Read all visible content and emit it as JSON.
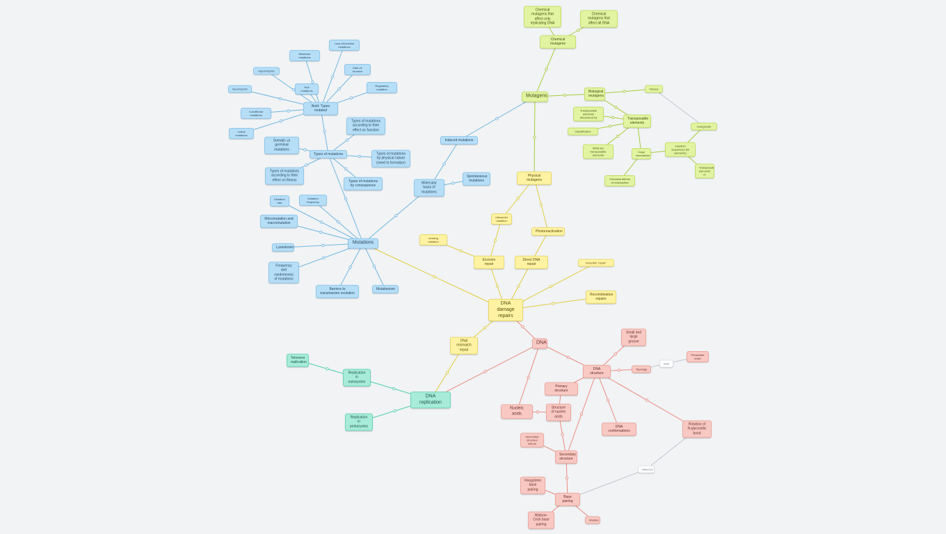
{
  "colors": {
    "background": "#f1f3f5",
    "blue": "#b7def7",
    "green": "#e2f3a1",
    "yellow": "#fff3a3",
    "red": "#f8c9c3",
    "teal": "#a7ecd8",
    "white": "#ffffff",
    "edge_blue": "#6fb6e0",
    "edge_green": "#a9cc39",
    "edge_yellow": "#e3cc3c",
    "edge_red": "#ec8a7d",
    "edge_teal": "#4fcfae",
    "edge_gray": "#c3c8cd"
  },
  "nodes": [
    {
      "id": "mutations",
      "label": "Mutations",
      "color": "blue"
    },
    {
      "id": "molecular-basis",
      "label": "Molecular basis of mutations",
      "color": "blue"
    },
    {
      "id": "spontaneous",
      "label": "Spontaneous mutations",
      "color": "blue"
    },
    {
      "id": "induced",
      "label": "Induced mutations",
      "color": "blue"
    },
    {
      "id": "types",
      "label": "Types of mutations",
      "color": "blue"
    },
    {
      "id": "types-function",
      "label": "Types of mutations according to their effect on function",
      "color": "blue"
    },
    {
      "id": "types-physical",
      "label": "Types of mutations by physical nature (need to formalize)",
      "color": "blue"
    },
    {
      "id": "types-consequence",
      "label": "Types of mutations by consequence",
      "color": "blue"
    },
    {
      "id": "somatic-germinal",
      "label": "Somatic vs germinal mutations",
      "color": "blue"
    },
    {
      "id": "types-fitness",
      "label": "Types of mutations according to their effect on fitness",
      "color": "blue"
    },
    {
      "id": "bold-types",
      "label": "Bold: Types mutated",
      "color": "blue"
    },
    {
      "id": "small-1",
      "label": "Loss-of-function mutations",
      "color": "blue"
    },
    {
      "id": "small-2",
      "label": "Missense mutations",
      "color": "blue"
    },
    {
      "id": "small-3",
      "label": "Gain-of-function",
      "color": "blue"
    },
    {
      "id": "small-4",
      "label": "Hypomorphic",
      "color": "blue"
    },
    {
      "id": "small-5",
      "label": "Null mutations",
      "color": "blue"
    },
    {
      "id": "small-6",
      "label": "Regulatory mutation",
      "color": "blue"
    },
    {
      "id": "small-7",
      "label": "Neomorphic",
      "color": "blue"
    },
    {
      "id": "small-8",
      "label": "Conditional mutations",
      "color": "blue"
    },
    {
      "id": "small-9",
      "label": "Lethal mutations",
      "color": "blue"
    },
    {
      "id": "small-10",
      "label": "Mutation rate",
      "color": "blue"
    },
    {
      "id": "mutation-frequency",
      "label": "Mutation frequency",
      "color": "blue"
    },
    {
      "id": "micro-macro",
      "label": "Micromutation and macromutation",
      "color": "blue"
    },
    {
      "id": "lysenkoism",
      "label": "Lysenkoism",
      "color": "blue"
    },
    {
      "id": "frequency-randomness",
      "label": "Frequency and randomness of mutations",
      "color": "blue"
    },
    {
      "id": "barriers",
      "label": "Barriers to transmission evolution",
      "color": "blue"
    },
    {
      "id": "mutationism",
      "label": "Mutationism",
      "color": "blue"
    },
    {
      "id": "mutagens",
      "label": "Mutagens",
      "color": "green"
    },
    {
      "id": "chemical",
      "label": "Chemical mutagens",
      "color": "green"
    },
    {
      "id": "chem-only-dna",
      "label": "Chemical mutagens that affect only replicating DNA",
      "color": "green"
    },
    {
      "id": "chem-all-dna",
      "label": "Chemical mutagens that affect all DNA",
      "color": "green"
    },
    {
      "id": "biological",
      "label": "Biological mutagens",
      "color": "green"
    },
    {
      "id": "viruses",
      "label": "Viruses",
      "color": "green"
    },
    {
      "id": "transposable",
      "label": "Transposable elements",
      "color": "green"
    },
    {
      "id": "transposon-info",
      "label": "Transposable elements discovered by",
      "color": "green"
    },
    {
      "id": "classification",
      "label": "Classification",
      "color": "green"
    },
    {
      "id": "transposons-bacteria",
      "label": "What are transposable elements",
      "color": "green"
    },
    {
      "id": "gene-transfer",
      "label": "Overgrowth",
      "color": "green"
    },
    {
      "id": "retrotransposons",
      "label": "Insertion sequences (IS elements)",
      "color": "green"
    },
    {
      "id": "chemical-effects",
      "label": "Chemical effects on eukaryotes",
      "color": "green"
    },
    {
      "id": "copy-mechanism",
      "label": "Copy mechanism",
      "color": "green"
    },
    {
      "id": "gene-flow",
      "label": "Transposable elements in",
      "color": "green"
    },
    {
      "id": "physical",
      "label": "Physical mutagens",
      "color": "yellow"
    },
    {
      "id": "uv-radiation",
      "label": "Ultraviolet radiation",
      "color": "yellow"
    },
    {
      "id": "photoreactivation",
      "label": "Photoreactivation",
      "color": "yellow"
    },
    {
      "id": "ionizing",
      "label": "Ionizing radiation",
      "color": "yellow"
    },
    {
      "id": "excision-repair",
      "label": "Excision repair",
      "color": "yellow"
    },
    {
      "id": "direct-repair",
      "label": "Direct DNA repair",
      "color": "yellow"
    },
    {
      "id": "mismatch-repair-top",
      "label": "Inducible \"repair\"",
      "color": "yellow"
    },
    {
      "id": "dna-damage",
      "label": "DNA damage repairs",
      "color": "yellow"
    },
    {
      "id": "recombination",
      "label": "Recombination repairs",
      "color": "yellow"
    },
    {
      "id": "mismatch",
      "label": "DNA mismatch repair",
      "color": "yellow"
    },
    {
      "id": "dna-replication",
      "label": "DNA replication",
      "color": "teal"
    },
    {
      "id": "telomere",
      "label": "Telomere replication",
      "color": "teal"
    },
    {
      "id": "rep-eukaryotes",
      "label": "Replication in eukaryotes",
      "color": "teal"
    },
    {
      "id": "rep-prokaryotes",
      "label": "Replication in prokaryotes",
      "color": "teal"
    },
    {
      "id": "dna",
      "label": "DNA",
      "color": "red"
    },
    {
      "id": "dna-structure",
      "label": "DNA structure",
      "color": "red"
    },
    {
      "id": "small-large-size",
      "label": "Small and large groove",
      "color": "red"
    },
    {
      "id": "topologies",
      "label": "Topology",
      "color": "red"
    },
    {
      "id": "chirality",
      "label": "Phosphate chain",
      "color": "red"
    },
    {
      "id": "primary",
      "label": "Primary structure",
      "color": "red"
    },
    {
      "id": "nucleic-acids",
      "label": "Nucleic acids",
      "color": "red"
    },
    {
      "id": "structure-nucleic",
      "label": "Structure of nucleic acids",
      "color": "red"
    },
    {
      "id": "conformations",
      "label": "DNA conformations",
      "color": "red"
    },
    {
      "id": "glycosidic",
      "label": "Rotation of N-glycosidic bond",
      "color": "red"
    },
    {
      "id": "secondary",
      "label": "Secondary structure",
      "color": "red"
    },
    {
      "id": "double-helix",
      "label": "Secondary structure effects",
      "color": "red"
    },
    {
      "id": "base-pairing",
      "label": "Base pairing",
      "color": "red"
    },
    {
      "id": "hoogsteen",
      "label": "Hoogsteen base pairing",
      "color": "red"
    },
    {
      "id": "watson-crick",
      "label": "Watson-Crick base pairing",
      "color": "red"
    },
    {
      "id": "wobble",
      "label": "Wobble",
      "color": "red"
    },
    {
      "id": "w-twist",
      "label": "twist",
      "color": "white"
    },
    {
      "id": "w-influence",
      "label": "influence",
      "color": "white"
    }
  ]
}
